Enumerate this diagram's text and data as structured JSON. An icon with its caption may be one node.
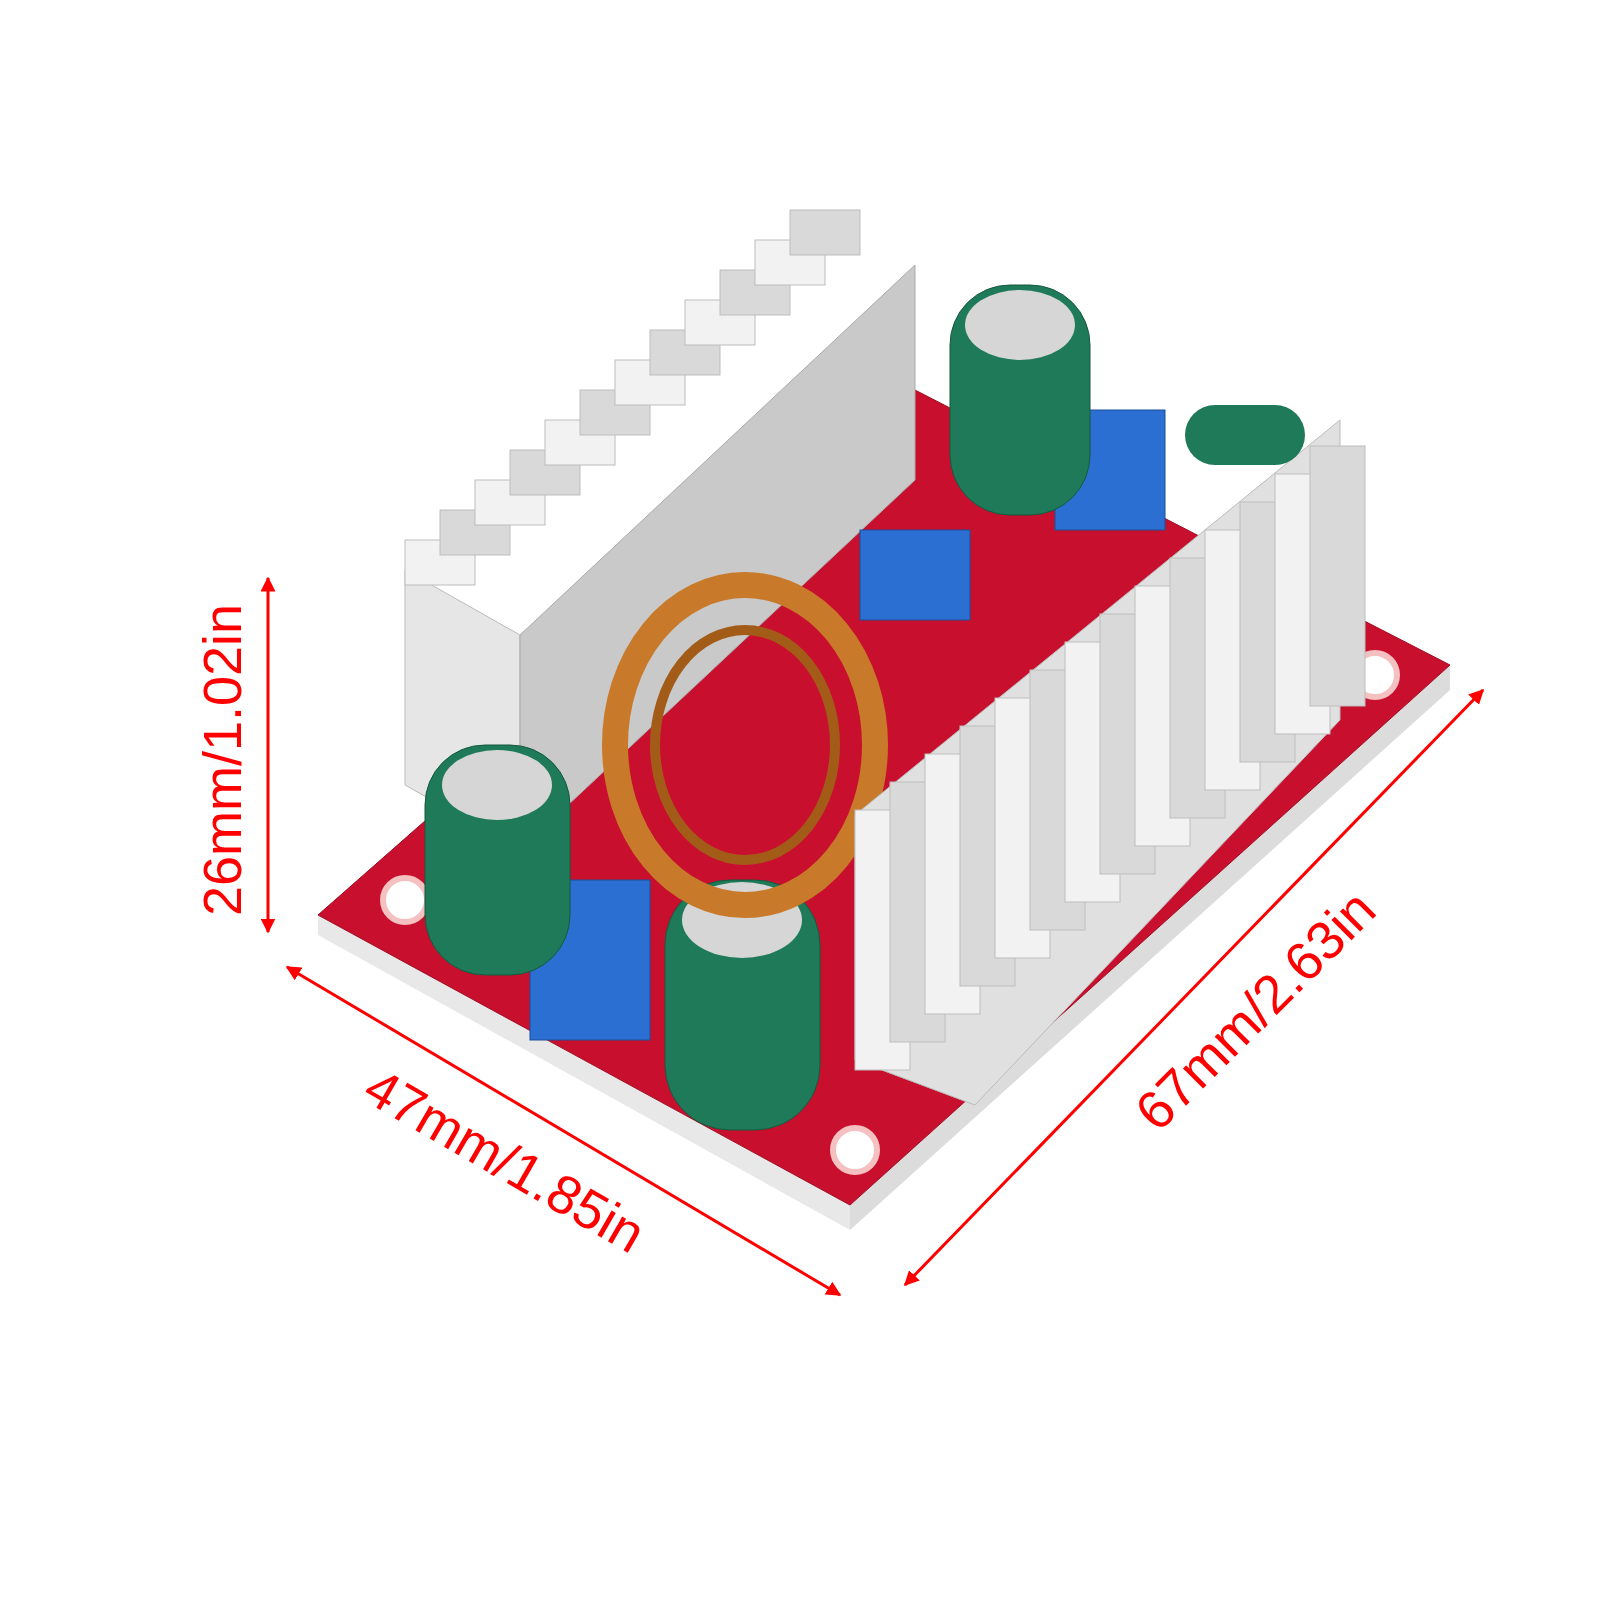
{
  "diagram": {
    "labels": [
      "26mm/1.02in",
      "47mm/1.85in",
      "67mm/2.63in"
    ]
  }
}
